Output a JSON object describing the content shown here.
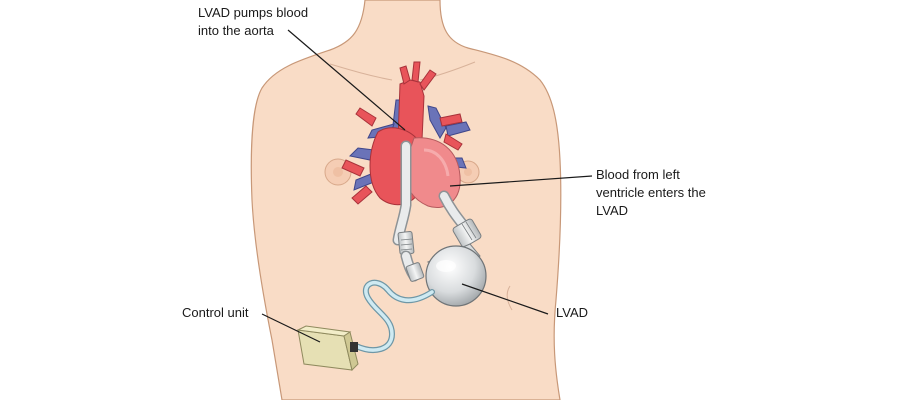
{
  "labels": {
    "lvad_pumps": [
      "LVAD pumps blood",
      "into the aorta"
    ],
    "blood_from_lv": [
      "Blood from left",
      "ventricle enters the",
      "LVAD"
    ],
    "lvad": "LVAD",
    "control_unit": "Control unit"
  },
  "colors": {
    "skin": "#f9dcc6",
    "skin_outline": "#c89878",
    "artery_red": "#e8545a",
    "vein_blue": "#6a73b8",
    "heart_pink": "#f08a8c",
    "device_silver": "#d9dcde",
    "controller": "#e6e0b4",
    "cable": "#b9dde8"
  }
}
